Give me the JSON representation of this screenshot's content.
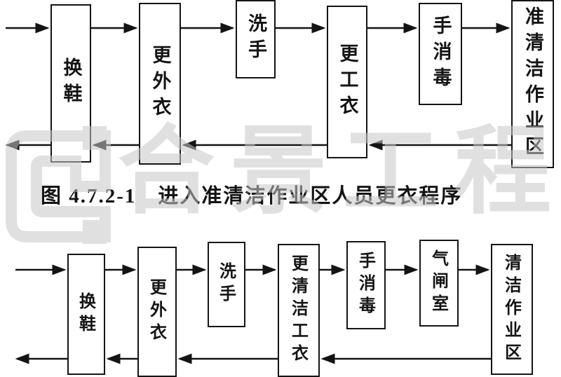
{
  "page": {
    "background_color": "#ffffff",
    "line_color": "#141414"
  },
  "watermark": {
    "text": "合景工程",
    "color": "#c7c7c7",
    "logo": "square-mark-logo"
  },
  "caption": {
    "text": "图 4.7.2-1　进入准清洁作业区人员更衣程序"
  },
  "top_flow": {
    "boxes": [
      {
        "label": "换鞋"
      },
      {
        "label": "更外衣"
      },
      {
        "label": "洗手"
      },
      {
        "label": "更工衣"
      },
      {
        "label": "手消毒"
      },
      {
        "label": "准清洁作业区"
      }
    ],
    "forward_order": [
      "换鞋",
      "更外衣",
      "洗手",
      "更工衣",
      "手消毒",
      "准清洁作业区"
    ],
    "return_order": [
      "准清洁作业区",
      "更工衣",
      "更外衣",
      "换鞋"
    ]
  },
  "bottom_flow": {
    "boxes": [
      {
        "label": "换鞋"
      },
      {
        "label": "更外衣"
      },
      {
        "label": "洗手"
      },
      {
        "label": "更清洁工衣"
      },
      {
        "label": "手消毒"
      },
      {
        "label": "气闸室"
      },
      {
        "label": "清洁作业区"
      }
    ],
    "forward_order": [
      "换鞋",
      "更外衣",
      "洗手",
      "更清洁工衣",
      "手消毒",
      "气闸室",
      "清洁作业区"
    ],
    "return_order": [
      "清洁作业区",
      "更清洁工衣",
      "更外衣",
      "换鞋"
    ]
  }
}
